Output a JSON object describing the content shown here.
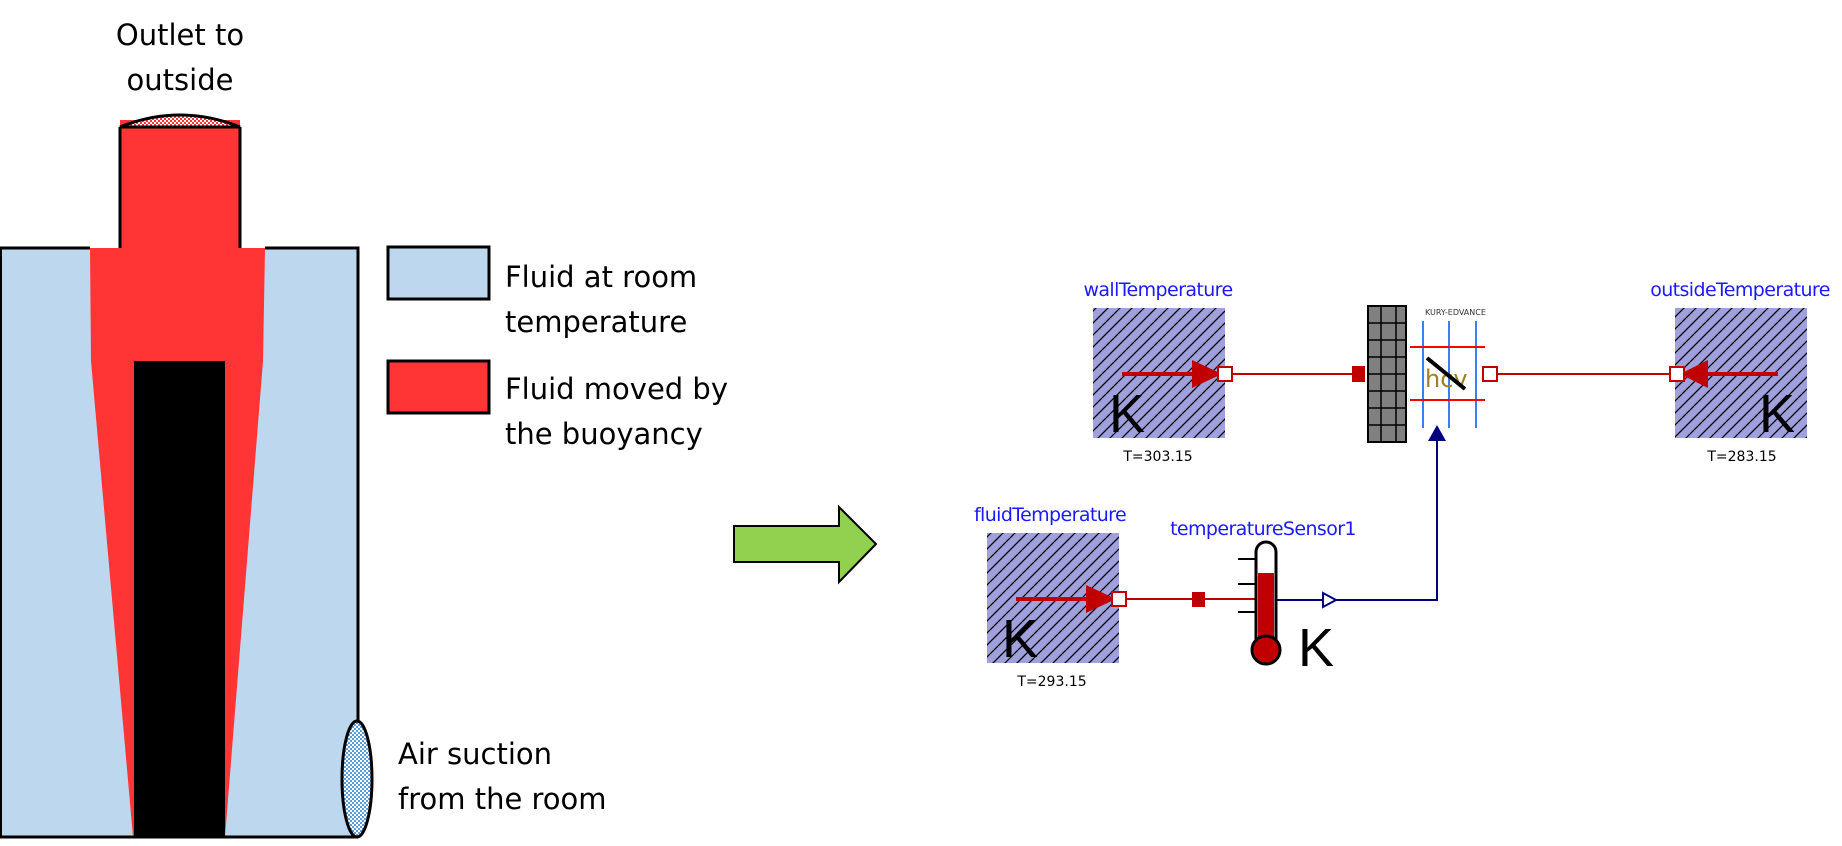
{
  "colors": {
    "room_fluid": "#bdd7ee",
    "buoyant_fluid": "#ff3535",
    "core": "#000000",
    "arrow_green": "#92d050",
    "modelica_block": "#a0a0dc",
    "heat_port_red": "#c00000",
    "signal_blue": "#00007f",
    "name_blue": "#1a1aff"
  },
  "schematic": {
    "outlet_label": [
      "Outlet to",
      "outside"
    ],
    "air_suction_label": [
      "Air suction",
      "from the room"
    ]
  },
  "legend": {
    "items": [
      {
        "label": [
          "Fluid at room",
          "temperature"
        ],
        "swatch": "room_fluid"
      },
      {
        "label": [
          "Fluid moved by",
          "the buoyancy"
        ],
        "swatch": "buoyant_fluid"
      }
    ]
  },
  "transition_arrow": {
    "icon": "right-arrow-icon"
  },
  "modelica": {
    "components": {
      "wall_temperature": {
        "name": "wallTemperature",
        "param": "T=303.15",
        "unit": "K"
      },
      "outside_temperature": {
        "name": "outsideTemperature",
        "param": "T=283.15",
        "unit": "K"
      },
      "fluid_temperature": {
        "name": "fluidTemperature",
        "param": "T=293.15",
        "unit": "K"
      },
      "temperature_sensor": {
        "name": "temperatureSensor1",
        "unit": "K"
      },
      "convection": {
        "label": "hcv",
        "caption": "KURY-EDVANCE"
      }
    }
  }
}
